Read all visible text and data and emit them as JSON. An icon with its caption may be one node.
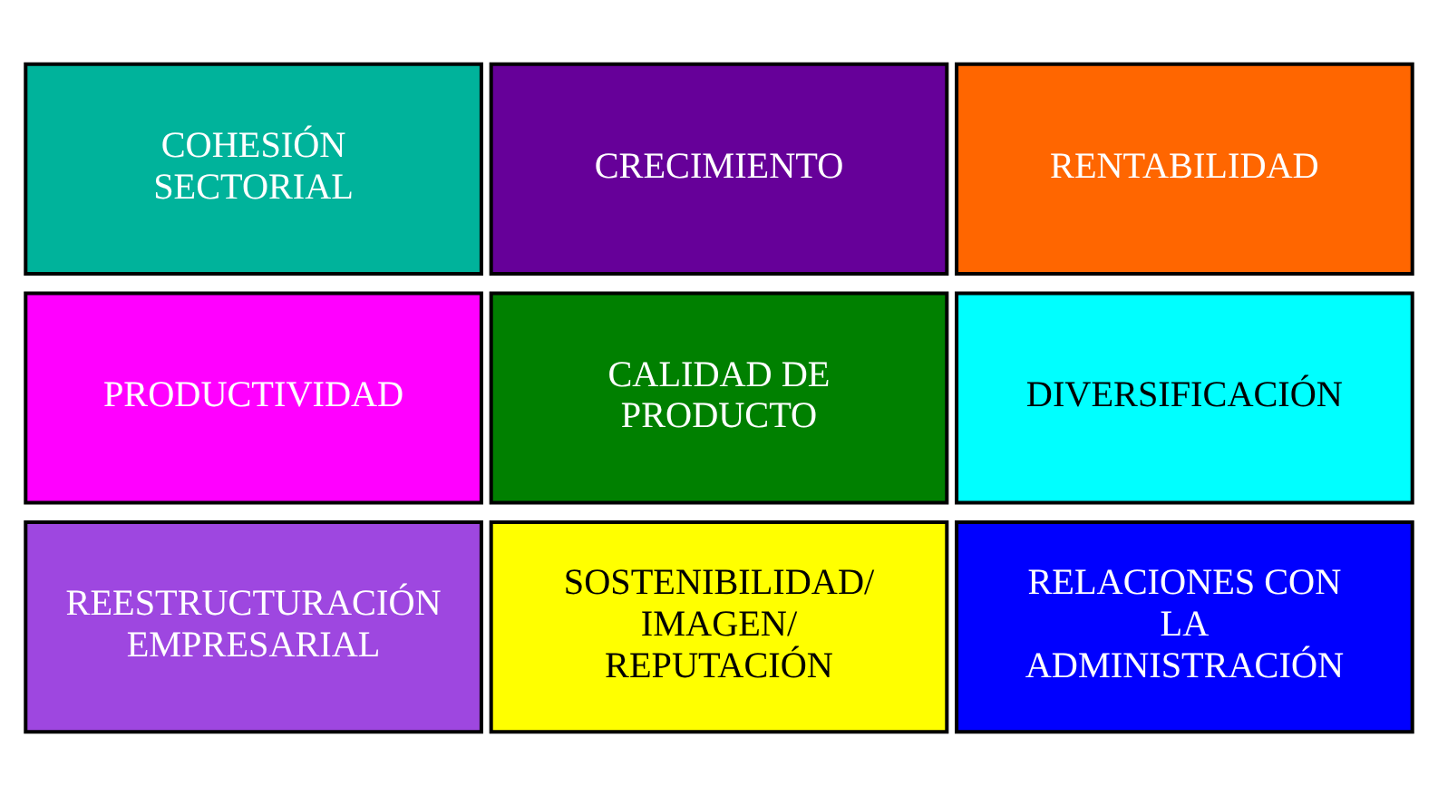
{
  "diagram": {
    "nodes": [
      {
        "text": [
          "COHESIÓN SECTORIAL"
        ]
      },
      {
        "text": [
          "CRECIMIENTO"
        ]
      },
      {
        "text": [
          "RENTABILIDAD"
        ]
      },
      {
        "text": [
          "PRODUCTIVIDAD"
        ]
      },
      {
        "text": [
          "CALIDAD DE PRODUCTO"
        ]
      },
      {
        "text": [
          "DIVERSIFICACIÓN"
        ]
      },
      {
        "text": [
          "REESTRUCTURACIÓN EMPRESARIAL"
        ]
      },
      {
        "text": [
          "SOSTENIBILIDAD/ IMAGEN/ REPUTACIÓN"
        ]
      },
      {
        "text": [
          "RELACIONES CON LA ADMINISTRACIÓN"
        ]
      }
    ]
  }
}
